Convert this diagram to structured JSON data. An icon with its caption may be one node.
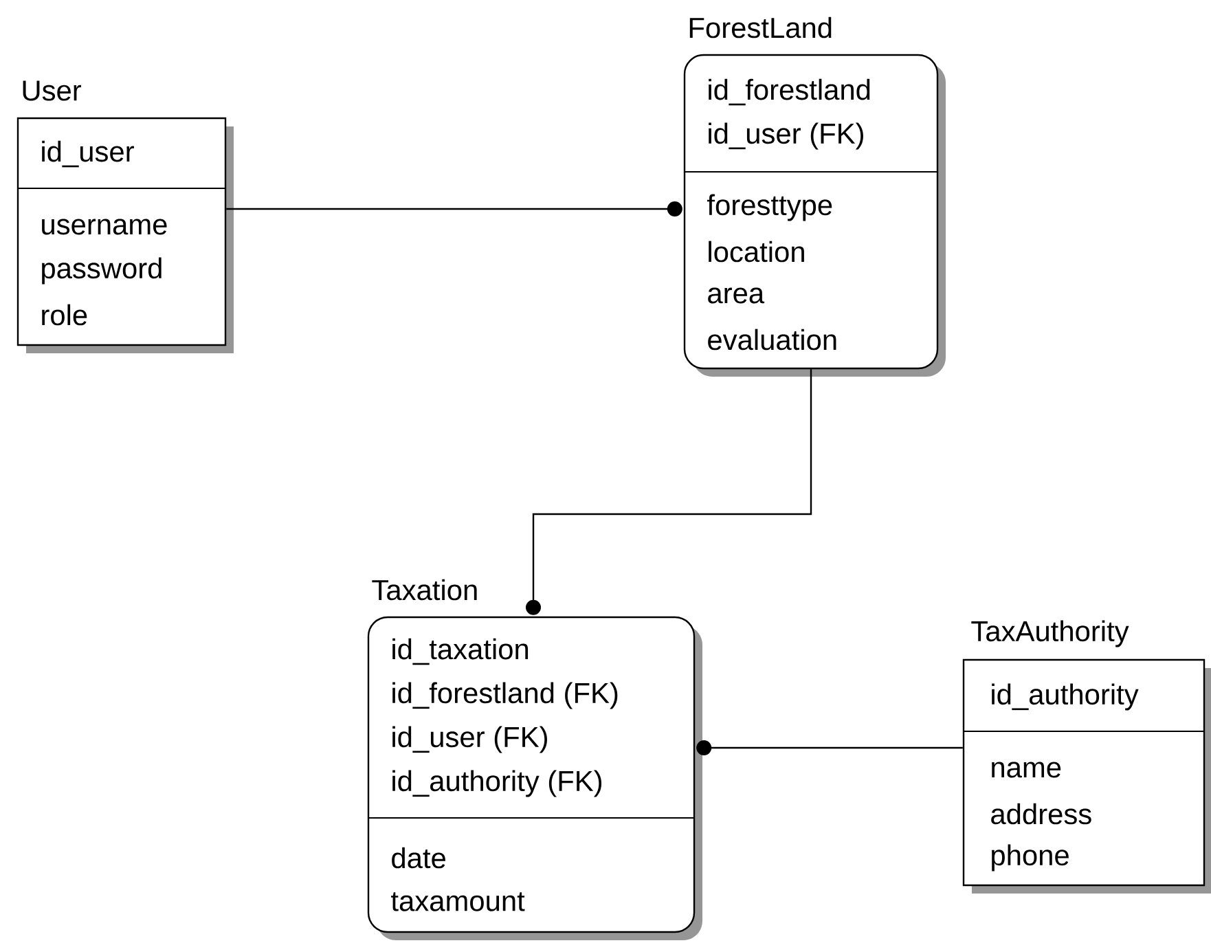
{
  "diagram": {
    "nodes": [
      {
        "text": [
          "User",
          "id_user",
          "username",
          "password",
          "role"
        ]
      },
      {
        "text": [
          "ForestLand",
          "id_forestland",
          "id_user (FK)",
          "foresttype",
          "location",
          "area",
          "evaluation"
        ]
      },
      {
        "text": [
          "Taxation",
          "id_taxation",
          "id_forestland (FK)",
          "id_user (FK)",
          "id_authority (FK)",
          "date",
          "taxamount"
        ]
      },
      {
        "text": [
          "TaxAuthority",
          "id_authority",
          "name",
          "address",
          "phone"
        ]
      }
    ],
    "edges": [
      {
        "from": 0,
        "to": 1,
        "arrow": "other"
      },
      {
        "from": 1,
        "to": 2,
        "arrow": "other"
      },
      {
        "from": 3,
        "to": 2,
        "arrow": "other"
      }
    ]
  }
}
